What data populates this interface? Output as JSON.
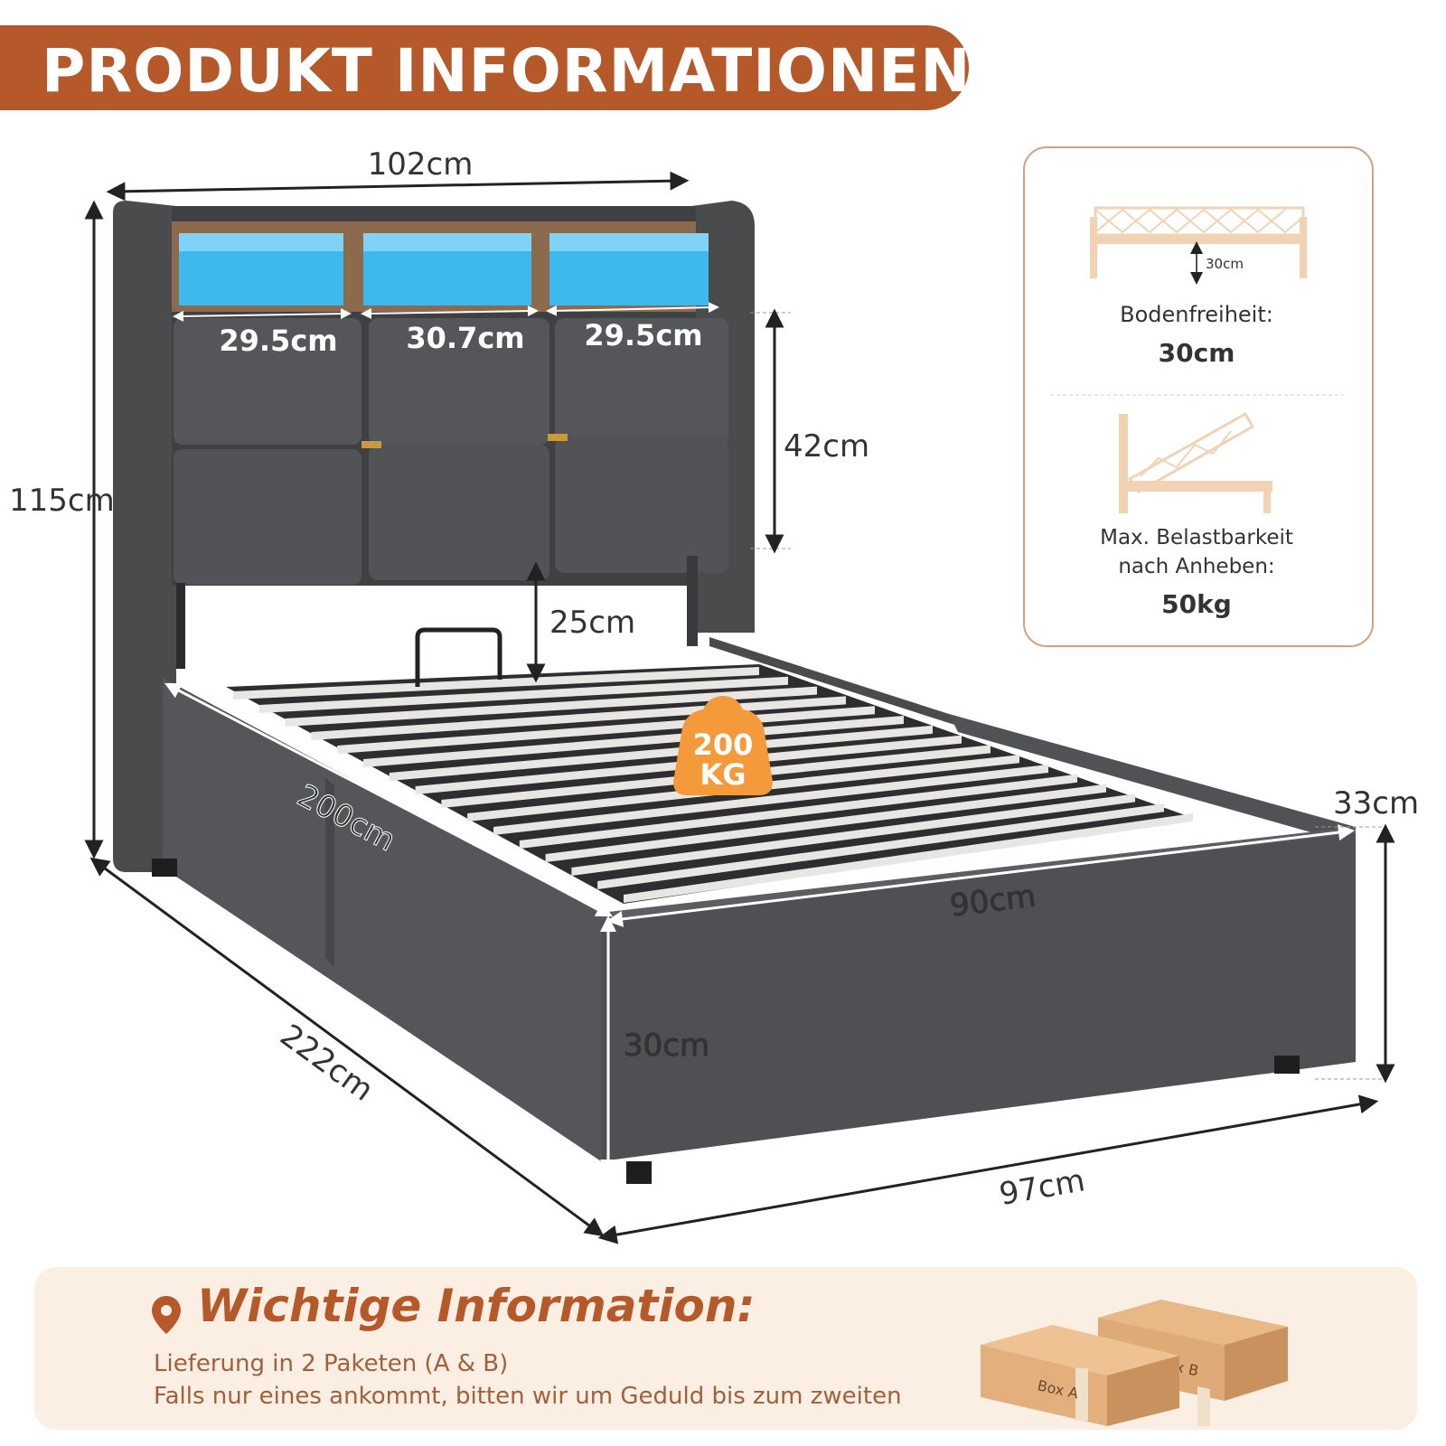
{
  "header": {
    "title": "PRODUKT INFORMATIONEN"
  },
  "dimensions": {
    "total_width": "102cm",
    "height": "115cm",
    "shelf_left": "29.5cm",
    "shelf_middle": "30.7cm",
    "shelf_right": "29.5cm",
    "headboard_height": "42cm",
    "gap_height": "25cm",
    "max_load": {
      "value": "200",
      "unit": "KG"
    },
    "inner_length": "200cm",
    "inner_width": "90cm",
    "frame_height": "30cm",
    "side_height": "33cm",
    "total_length": "222cm",
    "outer_width": "97cm"
  },
  "info_card": {
    "clearance_small_label": "30cm",
    "clearance_label": "Bodenfreiheit:",
    "clearance_value": "30cm",
    "lift_label_line1": "Max. Belastbarkeit",
    "lift_label_line2": "nach Anheben:",
    "lift_value": "50kg"
  },
  "footer": {
    "title": "Wichtige Information:",
    "line1": "Lieferung in 2 Paketen (A & B)",
    "line2": "Falls nur eines ankommt, bitten wir um Geduld bis zum zweiten",
    "box_a": "Box A",
    "box_b": "Box B"
  },
  "colors": {
    "accent": "#b5592a",
    "fabric": "#4a4b4d",
    "led": "#3fb8ee",
    "weight_badge": "#f59a3b"
  }
}
